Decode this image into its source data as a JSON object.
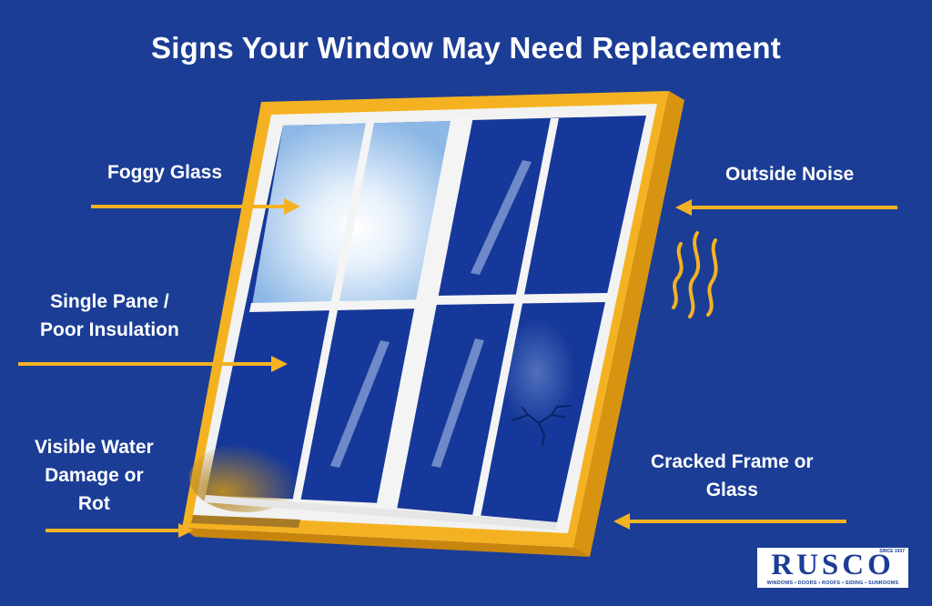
{
  "title": "Signs Your Window May Need Replacement",
  "callouts": {
    "foggy": [
      "Foggy Glass"
    ],
    "noise": [
      "Outside Noise"
    ],
    "single_pane": [
      "Single Pane /",
      "Poor Insulation"
    ],
    "water": [
      "Visible Water",
      "Damage or",
      "Rot"
    ],
    "cracked": [
      "Cracked Frame or",
      "Glass"
    ]
  },
  "logo": {
    "word": "RUSCO",
    "since": "SINCE 1937",
    "tagline": "WINDOWS • DOORS • ROOFS • SIDING • SUNROOMS"
  },
  "colors": {
    "background": "#1b3d95",
    "frame_outer": "#f4b223",
    "frame_side": "#d89411",
    "sash": "#f2f2f2",
    "glass": "#16389a",
    "arrow": "#f4b223",
    "text": "#ffffff"
  }
}
